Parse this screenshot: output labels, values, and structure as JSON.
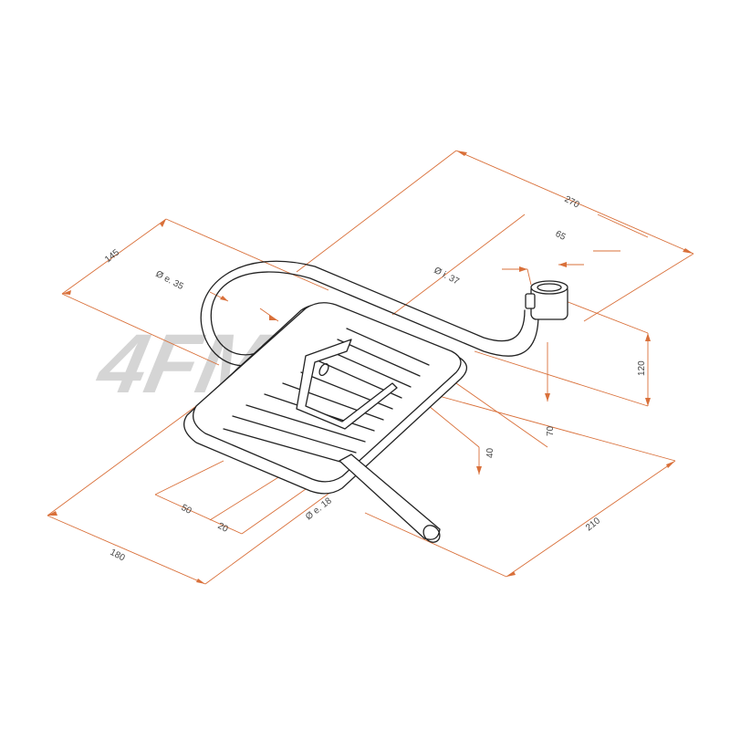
{
  "watermark": "4FMS2",
  "colors": {
    "dimension": "#d9703a",
    "part": "#222222",
    "watermark": "#c8c8c8"
  },
  "dimensions": {
    "total_length": "270",
    "outlet_offset": "65",
    "depth": "145",
    "pipe_outer": "Ø e. 35",
    "pipe_inner": "Ø i. 37",
    "height": "120",
    "height_mid": "70",
    "height_low": "40",
    "width": "210",
    "body_length": "180",
    "tail_offset": "50",
    "tail_gap": "20",
    "tail_diameter": "Ø e. 18"
  }
}
